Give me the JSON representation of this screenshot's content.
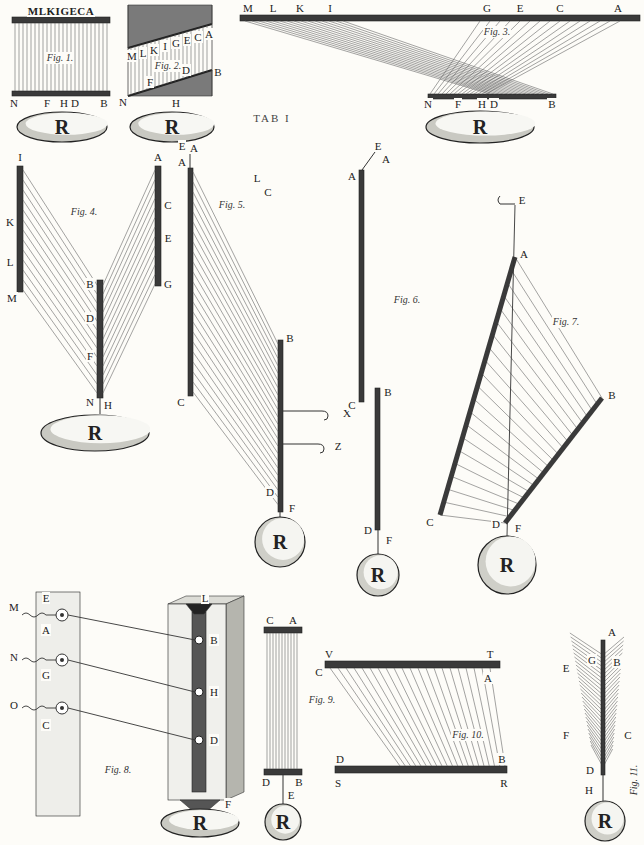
{
  "diagram": {
    "title": "TAB I",
    "nodes": [
      {
        "text": [
          "R"
        ]
      },
      {
        "text": [
          "R"
        ]
      },
      {
        "text": [
          "R"
        ]
      },
      {
        "text": [
          "R"
        ]
      },
      {
        "text": [
          "R"
        ]
      },
      {
        "text": [
          "R"
        ]
      },
      {
        "text": [
          "R"
        ]
      },
      {
        "text": [
          "R"
        ]
      },
      {
        "text": [
          "R"
        ]
      },
      {
        "text": [
          "R"
        ]
      }
    ],
    "labels": [
      "MLKIGECA",
      "N",
      "F",
      "H",
      "D",
      "B",
      "Fig. 1.",
      "M",
      "L",
      "K",
      "I",
      "G",
      "E",
      "C",
      "A",
      "Fig. 2.",
      "F",
      "D",
      "B",
      "N",
      "H",
      "M",
      "L",
      "K",
      "I",
      "G",
      "E",
      "C",
      "A",
      "Fig. 3.",
      "N",
      "F",
      "H",
      "D",
      "B",
      "I",
      "K",
      "L",
      "M",
      "A",
      "C",
      "E",
      "G",
      "B",
      "D",
      "F",
      "N",
      "H",
      "Fig. 4.",
      "E",
      "A",
      "A",
      "L",
      "C",
      "Fig. 5.",
      "C",
      "B",
      "X",
      "Z",
      "D",
      "F",
      "E",
      "A",
      "A",
      "C",
      "B",
      "D",
      "F",
      "Fig. 6.",
      "E",
      "A",
      "B",
      "C",
      "D",
      "F",
      "Fig. 7.",
      "M",
      "E",
      "A",
      "N",
      "G",
      "O",
      "C",
      "L",
      "B",
      "H",
      "D",
      "F",
      "Fig. 8.",
      "C",
      "A",
      "D",
      "B",
      "E",
      "Fig. 9.",
      "V",
      "T",
      "C",
      "A",
      "D",
      "B",
      "S",
      "R",
      "Fig. 10.",
      "A",
      "G",
      "B",
      "E",
      "F",
      "C",
      "D",
      "H",
      "Fig. 11."
    ]
  }
}
